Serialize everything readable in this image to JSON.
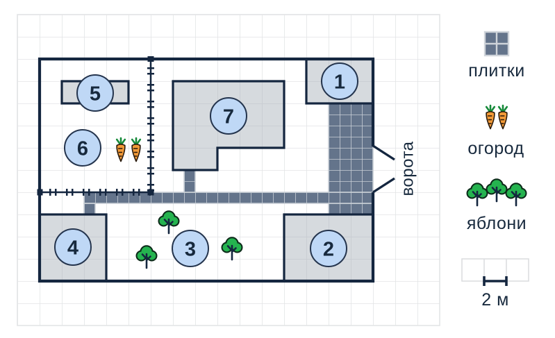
{
  "plan": {
    "gate_label": "ворота",
    "regions": [
      {
        "number": "1"
      },
      {
        "number": "2"
      },
      {
        "number": "3"
      },
      {
        "number": "4"
      },
      {
        "number": "5"
      },
      {
        "number": "6"
      },
      {
        "number": "7"
      }
    ]
  },
  "legend": {
    "items": [
      {
        "icon": "tiles-icon",
        "label": "плитки"
      },
      {
        "icon": "carrot-icon",
        "label": "огород"
      },
      {
        "icon": "apple-tree-icon",
        "label": "яблони"
      }
    ],
    "scale_label": "2 м"
  },
  "colors": {
    "outline": "#14263f",
    "text": "#17293d",
    "tile_fill": "#64748b",
    "tile_grout": "#c9cfd6",
    "region_fill": "#d6dade",
    "badge_fill": "#bfd8f6",
    "tree_green": "#25b34f",
    "carrot_orange": "#f29a38",
    "grid_line": "#e3e4e6"
  }
}
